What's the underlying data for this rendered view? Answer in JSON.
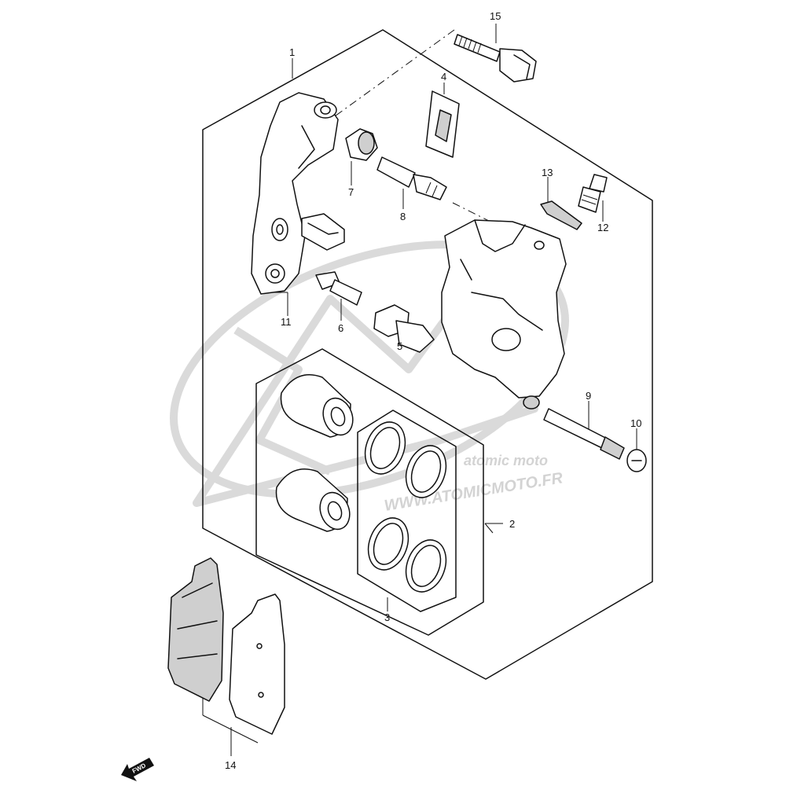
{
  "diagram": {
    "callouts": [
      {
        "id": "1",
        "label": "1"
      },
      {
        "id": "2",
        "label": "2"
      },
      {
        "id": "3",
        "label": "3"
      },
      {
        "id": "4",
        "label": "4"
      },
      {
        "id": "5",
        "label": "5"
      },
      {
        "id": "6",
        "label": "6"
      },
      {
        "id": "7",
        "label": "7"
      },
      {
        "id": "8",
        "label": "8"
      },
      {
        "id": "9",
        "label": "9"
      },
      {
        "id": "10",
        "label": "10"
      },
      {
        "id": "11",
        "label": "11"
      },
      {
        "id": "12",
        "label": "12"
      },
      {
        "id": "13",
        "label": "13"
      },
      {
        "id": "14",
        "label": "14"
      },
      {
        "id": "15",
        "label": "15"
      }
    ],
    "direction_marker": "FWD",
    "watermark": {
      "text": "WWW.ATOMICMOTO.FR",
      "logo_text": "atomic moto"
    }
  }
}
